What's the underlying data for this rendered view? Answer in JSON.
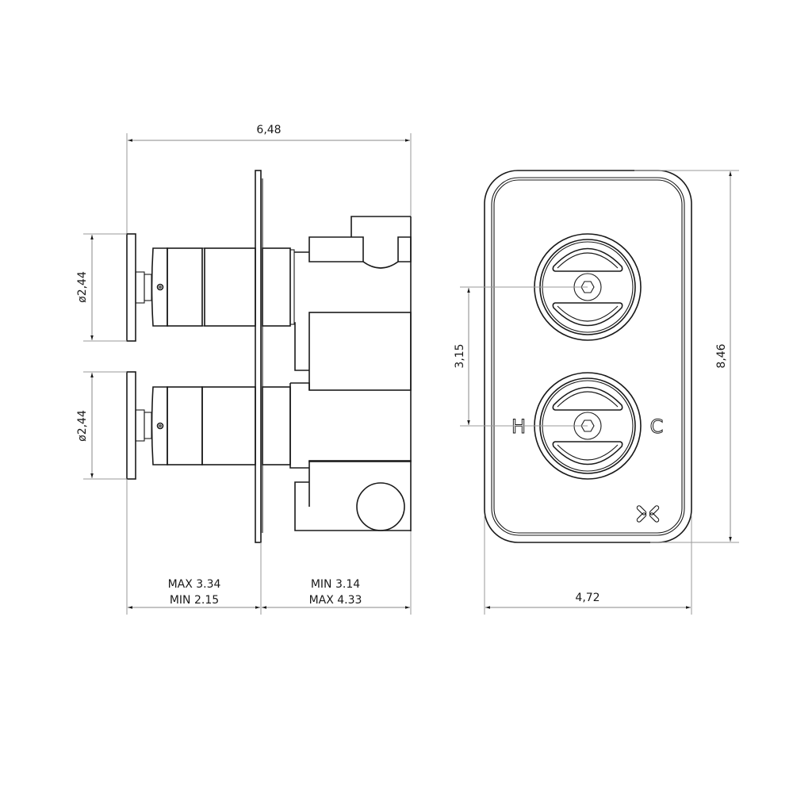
{
  "drawing": {
    "type": "technical-drawing",
    "units": "inches",
    "side_view": {
      "overall_width_label": "6,48",
      "handle_upper_diameter_label": "ø2,44",
      "handle_lower_diameter_label": "ø2,44",
      "wall_left_label_line1": "MAX 3.34",
      "wall_left_label_line2": "MIN 2.15",
      "wall_right_label_line1": "MIN 3.14",
      "wall_right_label_line2": "MAX 4.33"
    },
    "front_view": {
      "height_label": "8,46",
      "width_label": "4,72",
      "handle_spacing_label": "3,15",
      "hot_marker": "H",
      "cold_marker": "C",
      "logo_icon": "cross-x-logo"
    },
    "colors": {
      "line": "#1a1a1a",
      "dimension": "#8a8a8a",
      "background": "#ffffff"
    }
  }
}
